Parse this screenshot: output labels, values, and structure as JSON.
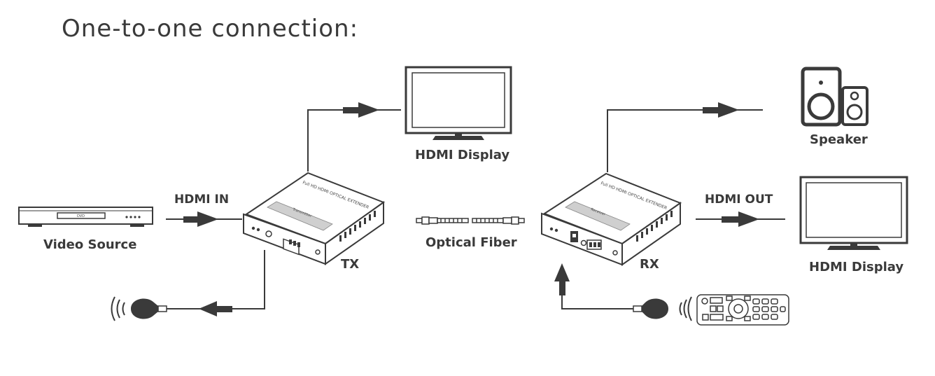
{
  "title": "One-to-one connection:",
  "labels": {
    "video_source": "Video Source",
    "hdmi_in": "HDMI IN",
    "hdmi_display_tx": "HDMI Display",
    "tx": "TX",
    "optical_fiber": "Optical Fiber",
    "rx": "RX",
    "hdmi_out": "HDMI OUT",
    "speaker": "Speaker",
    "hdmi_display_rx": "HDMI Display"
  },
  "device_text": {
    "dvd": "DVD",
    "tx_top": "Full HD HDMI OPTICAL EXTENDER",
    "tx_name": "Transmitter",
    "rx_top": "Full HD HDMI OPTICAL EXTENDER",
    "rx_name": "Receiver"
  }
}
